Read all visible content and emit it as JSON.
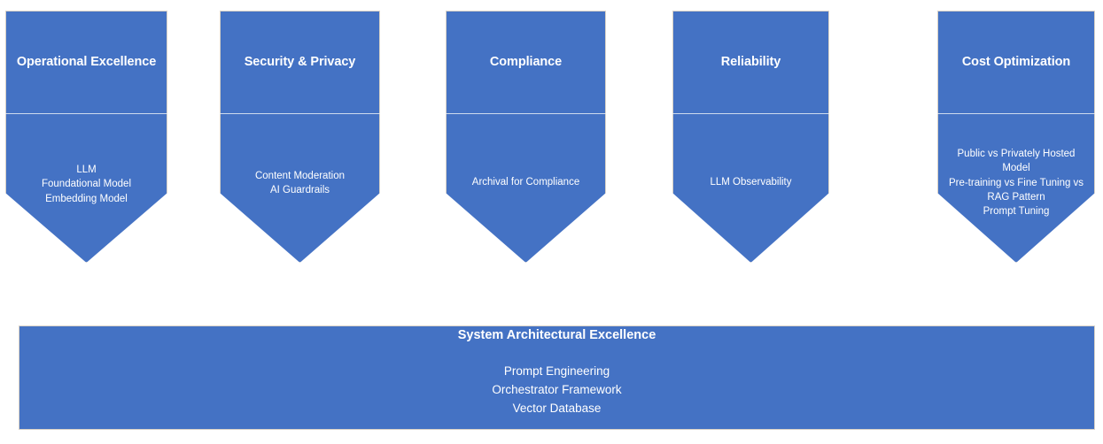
{
  "diagram": {
    "accent_color": "#4472C4",
    "border_color": "#D9D2C7",
    "text_color": "#FFFFFF",
    "background_color": "#FFFFFF",
    "pillars": [
      {
        "title": "Operational Excellence",
        "items": [
          "LLM",
          "Foundational Model",
          "Embedding Model"
        ]
      },
      {
        "title": "Security & Privacy",
        "items": [
          "Content Moderation",
          "AI Guardrails"
        ]
      },
      {
        "title": "Compliance",
        "items": [
          "Archival for Compliance"
        ]
      },
      {
        "title": "Reliability",
        "items": [
          "LLM Observability"
        ]
      },
      {
        "title": "Cost Optimization",
        "items": [
          "Public vs Privately Hosted",
          "Model",
          "Pre-training vs Fine Tuning vs",
          "RAG Pattern",
          "Prompt Tuning"
        ]
      }
    ],
    "foundation": {
      "title": "System Architectural Excellence",
      "items": [
        "Prompt Engineering",
        "Orchestrator Framework",
        "Vector Database"
      ]
    }
  }
}
